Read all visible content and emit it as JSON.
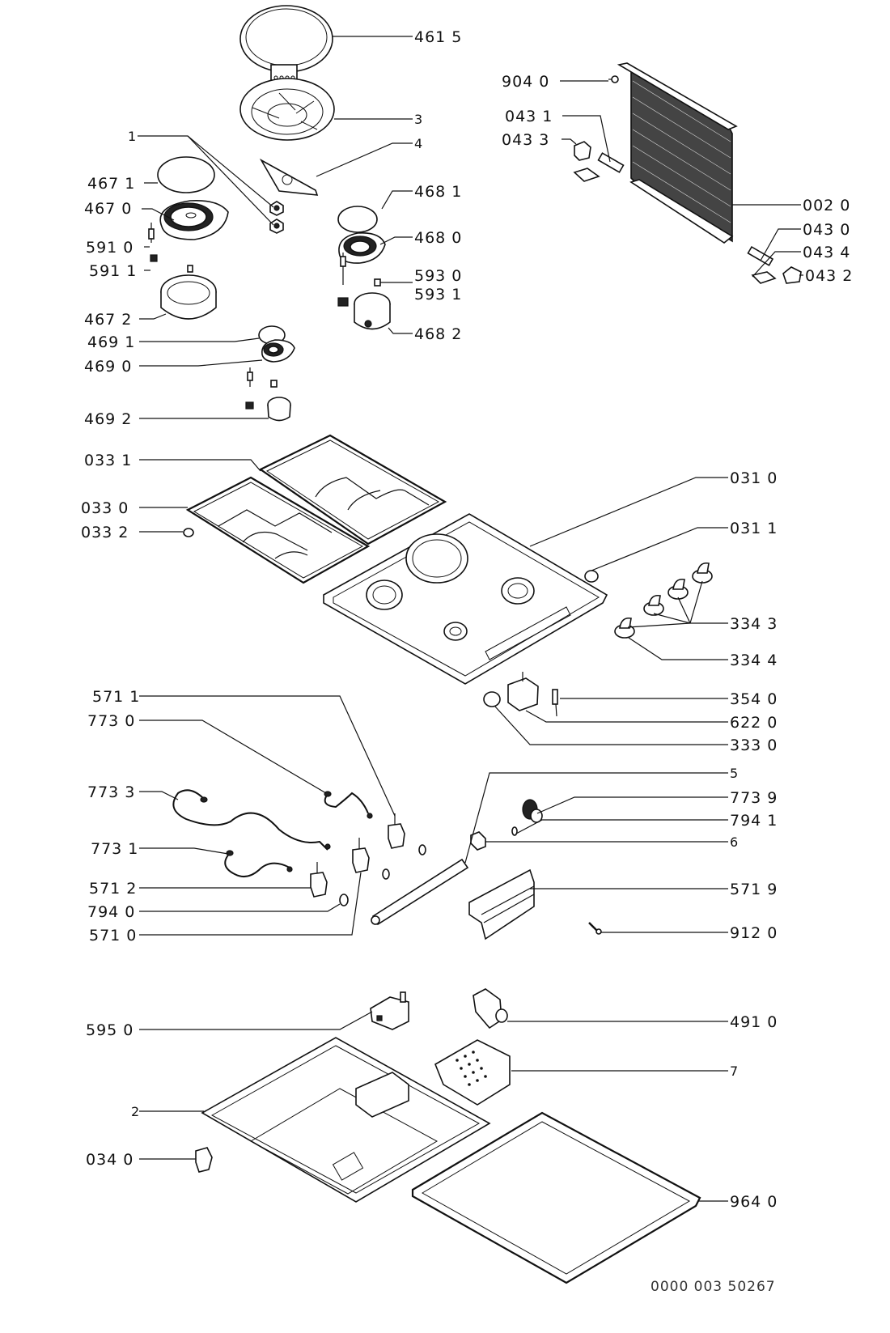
{
  "diagram": {
    "type": "exploded-parts-diagram",
    "subject": "gas/electric hob assembly",
    "document_code": "0000 003 50267",
    "labels": [
      {
        "id": "461-5",
        "text": "461 5"
      },
      {
        "id": "3",
        "text": "3"
      },
      {
        "id": "4",
        "text": "4"
      },
      {
        "id": "1",
        "text": "1"
      },
      {
        "id": "467-1",
        "text": "467 1"
      },
      {
        "id": "467-0",
        "text": "467 0"
      },
      {
        "id": "591-0",
        "text": "591 0"
      },
      {
        "id": "591-1",
        "text": "591 1"
      },
      {
        "id": "467-2",
        "text": "467 2"
      },
      {
        "id": "468-1",
        "text": "468 1"
      },
      {
        "id": "468-0",
        "text": "468 0"
      },
      {
        "id": "593-0",
        "text": "593 0"
      },
      {
        "id": "593-1",
        "text": "593 1"
      },
      {
        "id": "468-2",
        "text": "468 2"
      },
      {
        "id": "469-1",
        "text": "469 1"
      },
      {
        "id": "469-0",
        "text": "469 0"
      },
      {
        "id": "469-2",
        "text": "469 2"
      },
      {
        "id": "904-0",
        "text": "904 0"
      },
      {
        "id": "043-1",
        "text": "043 1"
      },
      {
        "id": "043-3",
        "text": "043 3"
      },
      {
        "id": "002-0",
        "text": "002 0"
      },
      {
        "id": "043-0",
        "text": "043 0"
      },
      {
        "id": "043-4",
        "text": "043 4"
      },
      {
        "id": "043-2",
        "text": "043 2"
      },
      {
        "id": "033-1",
        "text": "033 1"
      },
      {
        "id": "033-0",
        "text": "033 0"
      },
      {
        "id": "033-2",
        "text": "033 2"
      },
      {
        "id": "031-0",
        "text": "031 0"
      },
      {
        "id": "031-1",
        "text": "031 1"
      },
      {
        "id": "334-3",
        "text": "334 3"
      },
      {
        "id": "334-4",
        "text": "334 4"
      },
      {
        "id": "354-0",
        "text": "354 0"
      },
      {
        "id": "622-0",
        "text": "622 0"
      },
      {
        "id": "333-0",
        "text": "333 0"
      },
      {
        "id": "571-1",
        "text": "571 1"
      },
      {
        "id": "773-0",
        "text": "773 0"
      },
      {
        "id": "773-3",
        "text": "773 3"
      },
      {
        "id": "773-1",
        "text": "773 1"
      },
      {
        "id": "571-2",
        "text": "571 2"
      },
      {
        "id": "794-0",
        "text": "794 0"
      },
      {
        "id": "571-0",
        "text": "571 0"
      },
      {
        "id": "5",
        "text": "5"
      },
      {
        "id": "773-9",
        "text": "773 9"
      },
      {
        "id": "794-1",
        "text": "794 1"
      },
      {
        "id": "6",
        "text": "6"
      },
      {
        "id": "571-9",
        "text": "571 9"
      },
      {
        "id": "912-0",
        "text": "912 0"
      },
      {
        "id": "595-0",
        "text": "595 0"
      },
      {
        "id": "491-0",
        "text": "491 0"
      },
      {
        "id": "7",
        "text": "7"
      },
      {
        "id": "2",
        "text": "2"
      },
      {
        "id": "034-0",
        "text": "034 0"
      },
      {
        "id": "964-0",
        "text": "964 0"
      }
    ]
  }
}
